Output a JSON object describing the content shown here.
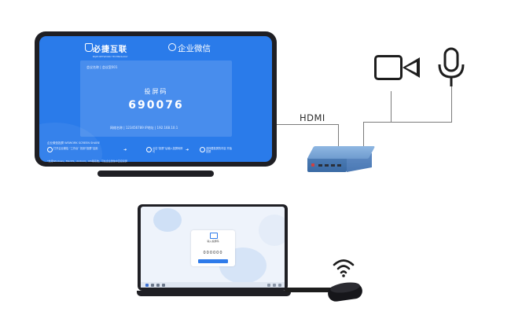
{
  "tv_screen": {
    "brand_left": "必捷互联",
    "brand_left_sub": "BIJIE NETWORK TECHNOLOGY",
    "brand_right": "企业微信",
    "room_label": "会议名称 | 会议室001",
    "code_label": "投屏码",
    "code_value": "690076",
    "network_line": "网络名称 | 123456789    IP地址 | 192.168.10.1",
    "steps_title": "企业微信投屏 WEWORK SCREEN SHARE",
    "steps": [
      "打开企业微信 “工作台” 找到“投屏”应用",
      "点击“投屏”后输入投屏码即可",
      "选择要投屏的内容 开始投屏"
    ],
    "footnote": "*支持Windows、MacOS、Android、iOS等系统，可在企业微信中直接投屏"
  },
  "labels": {
    "hdmi": "HDMI"
  },
  "laptop_screen": {
    "dialog_title": "输入投屏码",
    "code_placeholder": "000000"
  },
  "icons": {
    "camera": "camera-icon",
    "microphone": "microphone-icon",
    "wifi": "wifi-icon"
  },
  "colors": {
    "screen_blue": "#2a7bea",
    "device_blue": "#5f8bc4",
    "line_gray": "#7b7b7b",
    "icon_black": "#1d1d1d"
  }
}
